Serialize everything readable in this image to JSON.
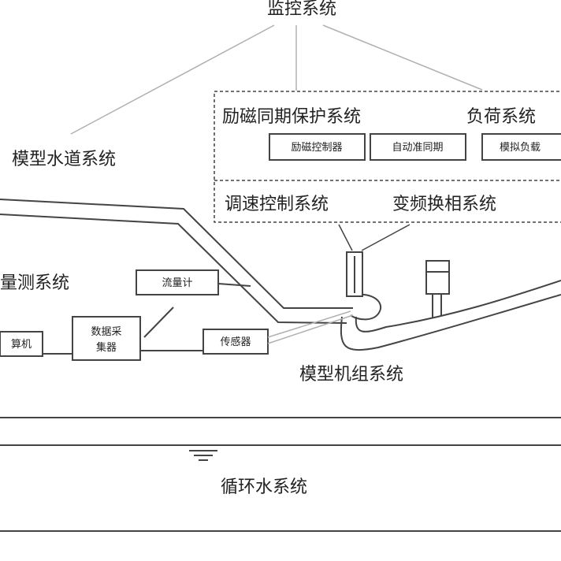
{
  "diagram": {
    "monitor_system": "监控系统",
    "excitation_system": "励磁同期保护系统",
    "load_system": "负荷系统",
    "excitation_controller": "励磁控制器",
    "auto_sync": "自动准同期",
    "simulated_load": "模拟负载",
    "water_channel_system": "模型水道系统",
    "speed_control_system": "调速控制系统",
    "vfd_system": "变频换相系统",
    "measure_system": "量测系统",
    "flow_meter": "流量计",
    "computer": "算机",
    "data_collector_line1": "数据采",
    "data_collector_line2": "集器",
    "sensor": "传感器",
    "unit_system": "模型机组系统",
    "circulating_water_system": "循环水系统"
  },
  "colors": {
    "line": "#444444",
    "guide_line": "#b0b0b0",
    "text": "#222222"
  }
}
